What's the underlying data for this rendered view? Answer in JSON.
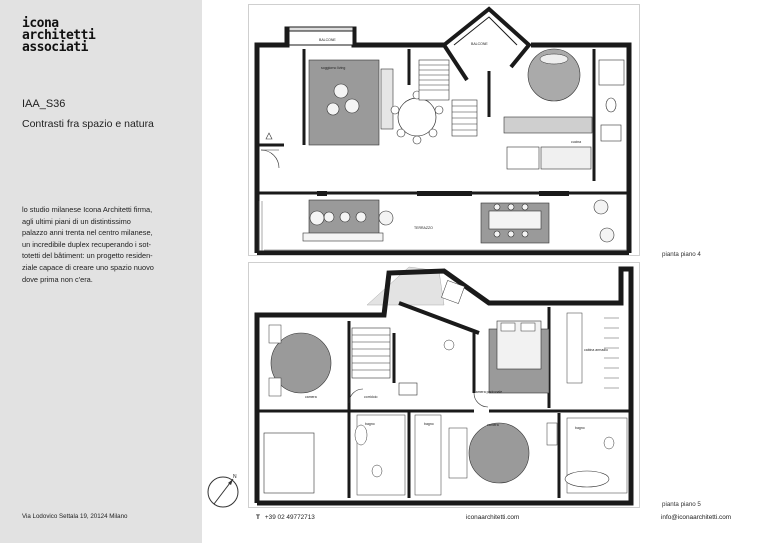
{
  "logo": {
    "lines": [
      "icona",
      "architetti",
      "associati"
    ]
  },
  "project": {
    "code": "IAA_S36",
    "subtitle": "Contrasti fra spazio e natura"
  },
  "description": [
    "lo studio milanese Icona Architetti firma,",
    "agli ultimi piani di un distintissimo",
    "palazzo anni trenta nel centro milanese,",
    "un incredibile duplex recuperando i sot-",
    "totetti del bâtiment: un progetto residen-",
    "ziale capace di creare uno spazio nuovo",
    "dove prima non c'era."
  ],
  "address": "Via Lodovico Settala 19, 20124 Milano",
  "plans": {
    "upper_label": "pianta piano 4",
    "lower_label": "pianta piano 5",
    "compass_letter": "N",
    "room_labels_4": {
      "balcone_1": "BALCONE",
      "balcone_2": "BALCONE",
      "soggiorno": "soggiorno living",
      "cucina": "cucina",
      "terrazzo": "TERRAZZO"
    },
    "room_labels_5": {
      "camera_1": "camera",
      "corridoio": "corridoio",
      "camera_padronale": "camera padronale",
      "cabina": "cabina armadio",
      "bagno_1": "bagno",
      "bagno_2": "bagno",
      "camera_2": "camera",
      "bagno_3": "bagno"
    }
  },
  "footer": {
    "phone_label": "T",
    "phone": "+39 02 49772713",
    "website": "iconaarchitetti.com",
    "email": "info@iconaarchitetti.com"
  }
}
